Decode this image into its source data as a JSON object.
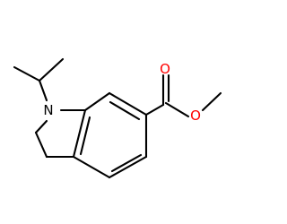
{
  "molecule": {
    "atoms": {
      "nitrogen": {
        "symbol": "N",
        "color": "#000000"
      },
      "carbonyl_oxygen": {
        "symbol": "O",
        "color": "#ff0000"
      },
      "ester_oxygen": {
        "symbol": "O",
        "color": "#ff0000"
      }
    },
    "bond_color": "#000000"
  }
}
